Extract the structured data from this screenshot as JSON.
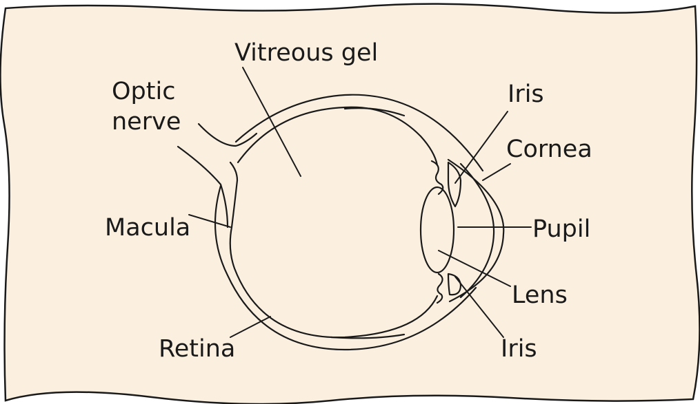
{
  "colors": {
    "background": "#fbf0e0",
    "ink": "#1a1a1a"
  },
  "labels": {
    "vitreous_gel": "Vitreous gel",
    "optic_line1": "Optic",
    "optic_line2": "nerve",
    "macula": "Macula",
    "retina": "Retina",
    "iris_top": "Iris",
    "cornea": "Cornea",
    "pupil": "Pupil",
    "lens": "Lens",
    "iris_bottom": "Iris"
  }
}
